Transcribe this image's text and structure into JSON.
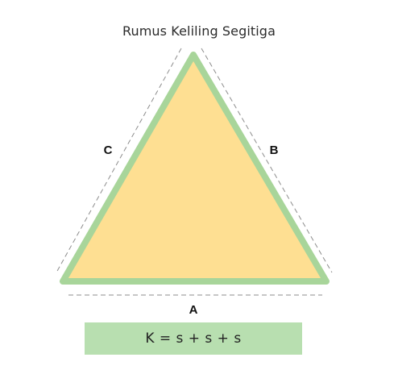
{
  "title": "Rumus Keliling Segitiga",
  "labels": {
    "a": "A",
    "b": "B",
    "c": "C"
  },
  "formula": "K = s + s + s",
  "colors": {
    "triangle_fill": "#fedf92",
    "triangle_stroke": "#a8d59a",
    "dashed_guide": "#8c8c8c",
    "formula_bg": "#b8dfb0"
  }
}
